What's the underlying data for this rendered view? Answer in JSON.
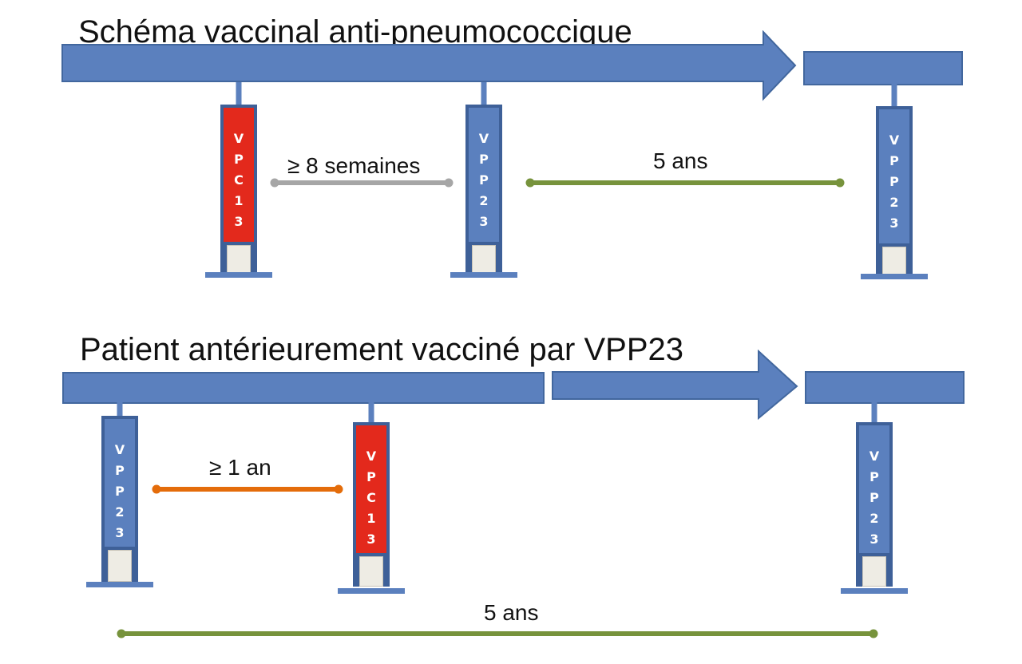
{
  "section1": {
    "title": "Schéma vaccinal anti-pneumococcique",
    "interval_1_label": "≥ 8 semaines",
    "interval_2_label": "5 ans",
    "syringes": [
      {
        "type": "red",
        "letters": [
          "V",
          "P",
          "C",
          "1",
          "3"
        ]
      },
      {
        "type": "blue",
        "letters": [
          "V",
          "P",
          "P",
          "2",
          "3"
        ]
      },
      {
        "type": "blue",
        "letters": [
          "V",
          "P",
          "P",
          "2",
          "3"
        ]
      }
    ]
  },
  "section2": {
    "title": "Patient antérieurement vacciné par VPP23",
    "interval_1_label": "≥ 1 an",
    "interval_2_label": "5 ans",
    "syringes": [
      {
        "type": "blue",
        "letters": [
          "V",
          "P",
          "P",
          "2",
          "3"
        ]
      },
      {
        "type": "red",
        "letters": [
          "V",
          "P",
          "C",
          "1",
          "3"
        ]
      },
      {
        "type": "blue",
        "letters": [
          "V",
          "P",
          "P",
          "2",
          "3"
        ]
      }
    ]
  },
  "colors": {
    "bar_blue": "#5b80be",
    "vpc_red": "#e3291c",
    "interval_grey": "#a6a6a6",
    "interval_green": "#77933c",
    "interval_orange": "#e46c0a"
  }
}
